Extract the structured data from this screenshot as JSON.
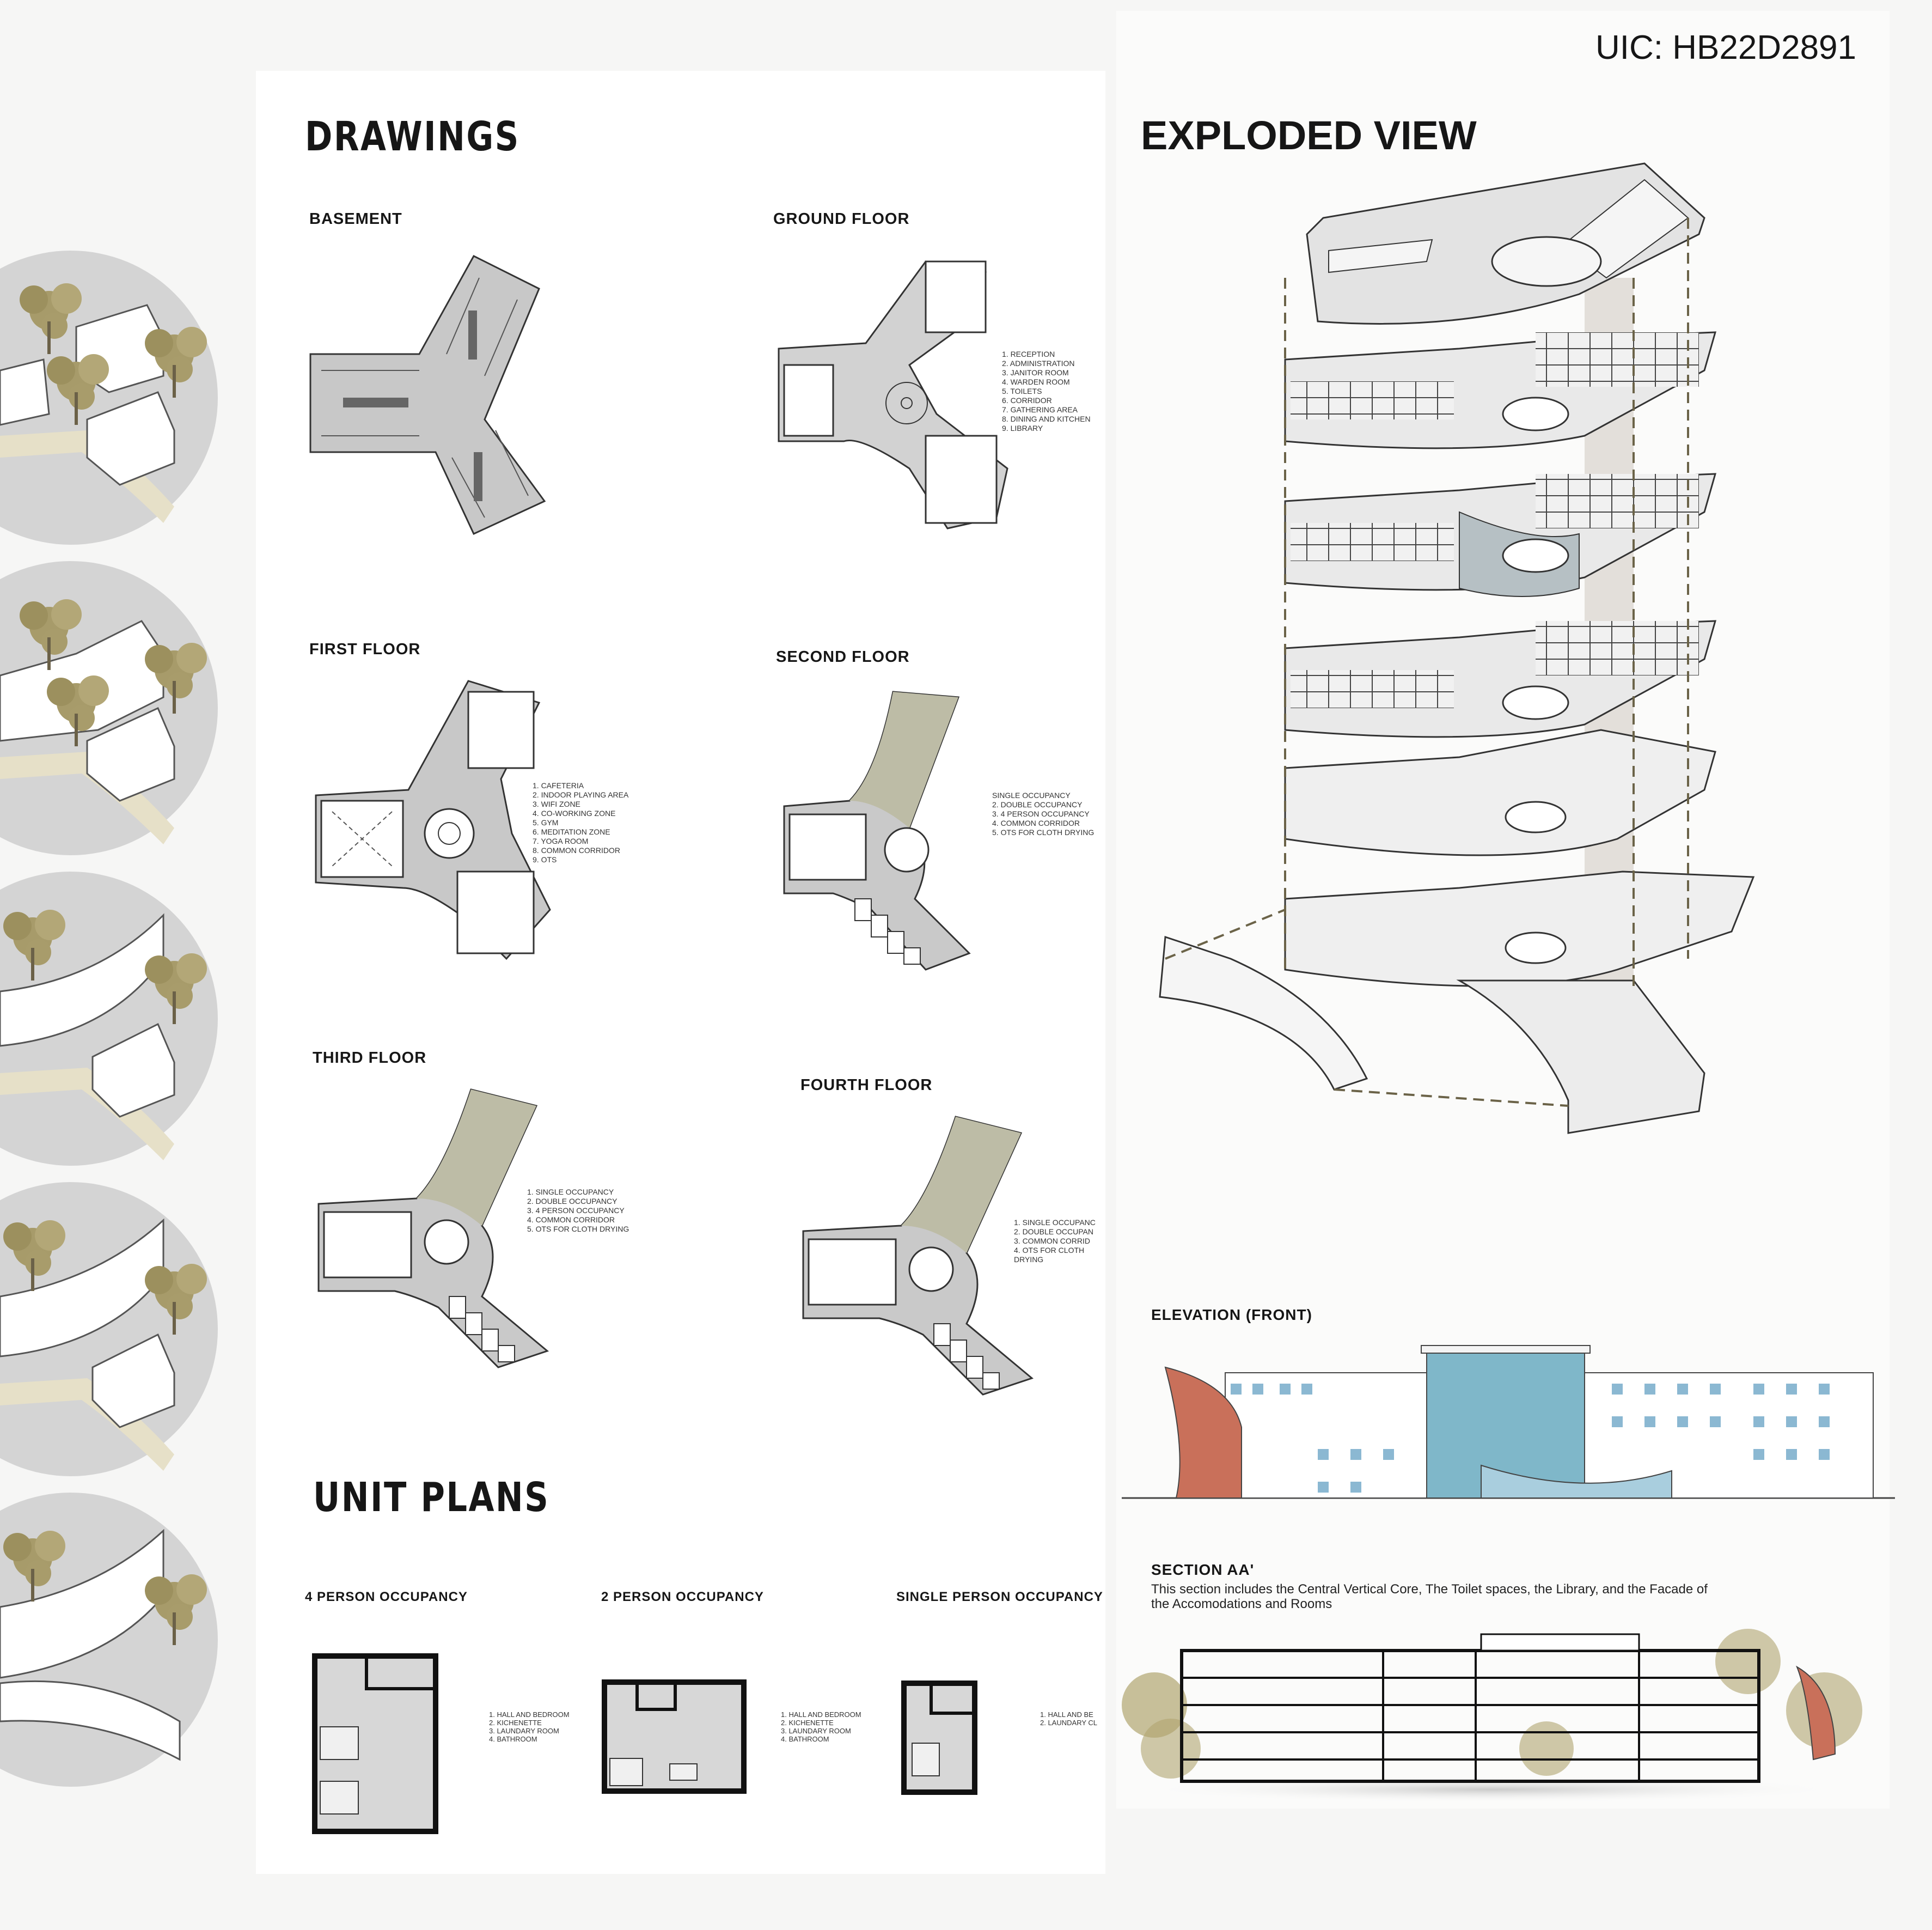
{
  "uic": "UIC: HB22D2891",
  "drawings_title": "DRAWINGS",
  "exploded_title": "EXPLODED VIEW",
  "unit_plans_title": "UNIT PLANS",
  "plans": {
    "basement": {
      "label": "BASEMENT"
    },
    "ground": {
      "label": "GROUND FLOOR",
      "legend": [
        "1. RECEPTION",
        "2. ADMINISTRATION",
        "3. JANITOR ROOM",
        "4. WARDEN ROOM",
        "5. TOILETS",
        "6. CORRIDOR",
        "7. GATHERING AREA",
        "8. DINING AND KITCHEN",
        "9. LIBRARY"
      ]
    },
    "first": {
      "label": "FIRST FLOOR",
      "legend": [
        "1. CAFETERIA",
        "2. INDOOR PLAYING AREA",
        "3. WIFI ZONE",
        "4. CO-WORKING ZONE",
        "5. GYM",
        "6. MEDITATION ZONE",
        "7. YOGA  ROOM",
        "8. COMMON CORRIDOR",
        "9. OTS"
      ]
    },
    "second": {
      "label": "SECOND FLOOR",
      "legend": [
        "SINGLE OCCUPANCY",
        "2. DOUBLE OCCUPANCY",
        "3. 4 PERSON OCCUPANCY",
        "4. COMMON CORRIDOR",
        "5. OTS FOR CLOTH DRYING"
      ]
    },
    "third": {
      "label": "THIRD FLOOR",
      "legend": [
        "1. SINGLE OCCUPANCY",
        "2. DOUBLE OCCUPANCY",
        "3. 4 PERSON OCCUPANCY",
        "4. COMMON CORRIDOR",
        "5. OTS FOR CLOTH DRYING"
      ]
    },
    "fourth": {
      "label": "FOURTH FLOOR",
      "legend": [
        "1. SINGLE OCCUPANC",
        "2. DOUBLE OCCUPAN",
        "3. COMMON CORRID",
        "4. OTS FOR CLOTH",
        "DRYING"
      ]
    }
  },
  "units": {
    "four": {
      "label": "4 PERSON OCCUPANCY",
      "legend": [
        "1. HALL AND BEDROOM",
        "2. KICHENETTE",
        "3. LAUNDARY ROOM",
        "4. BATHROOM"
      ]
    },
    "two": {
      "label": "2 PERSON OCCUPANCY",
      "legend": [
        "1. HALL AND BEDROOM",
        "2. KICHENETTE",
        "3. LAUNDARY ROOM",
        "4. BATHROOM"
      ]
    },
    "single": {
      "label": "SINGLE PERSON OCCUPANCY",
      "legend": [
        "1. HALL AND BE",
        "2. LAUNDARY CL"
      ]
    }
  },
  "elevation": {
    "label": "ELEVATION (FRONT)"
  },
  "section": {
    "label": "SECTION AA'",
    "description_line1": "This section includes the Central Vertical Core, The Toilet spaces, the Library, and the Facade of",
    "description_line2": "the Accomodations and Rooms"
  },
  "colors": {
    "accent_terracotta": "#c9705a",
    "glass_blue": "#7fb7c9",
    "tree_olive": "#a79b6a",
    "circle_grey": "#d4d4d4"
  }
}
